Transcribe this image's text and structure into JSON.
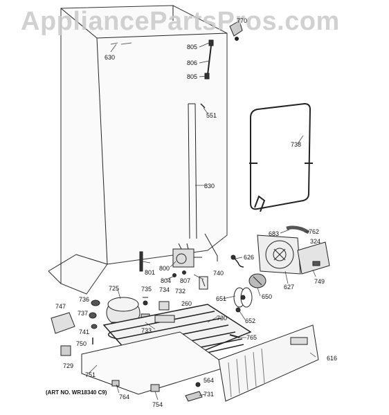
{
  "watermark": "AppliancePartsPros.com",
  "art_number": "(ART NO. WR18340 C9)",
  "parts": [
    {
      "id": "630",
      "label": "630"
    },
    {
      "id": "770",
      "label": "770"
    },
    {
      "id": "805a",
      "label": "805"
    },
    {
      "id": "806",
      "label": "806"
    },
    {
      "id": "805b",
      "label": "805"
    },
    {
      "id": "551",
      "label": "551"
    },
    {
      "id": "738",
      "label": "738"
    },
    {
      "id": "830",
      "label": "830"
    },
    {
      "id": "683",
      "label": "683"
    },
    {
      "id": "762",
      "label": "762"
    },
    {
      "id": "324",
      "label": "324"
    },
    {
      "id": "626",
      "label": "626"
    },
    {
      "id": "801",
      "label": "801"
    },
    {
      "id": "800",
      "label": "800"
    },
    {
      "id": "804",
      "label": "804"
    },
    {
      "id": "807",
      "label": "807"
    },
    {
      "id": "740",
      "label": "740"
    },
    {
      "id": "627",
      "label": "627"
    },
    {
      "id": "749",
      "label": "749"
    },
    {
      "id": "725",
      "label": "725"
    },
    {
      "id": "735",
      "label": "735"
    },
    {
      "id": "734",
      "label": "734"
    },
    {
      "id": "732",
      "label": "732"
    },
    {
      "id": "736",
      "label": "736"
    },
    {
      "id": "260",
      "label": "260"
    },
    {
      "id": "651",
      "label": "651"
    },
    {
      "id": "650",
      "label": "650"
    },
    {
      "id": "747",
      "label": "747"
    },
    {
      "id": "737",
      "label": "737"
    },
    {
      "id": "733",
      "label": "733"
    },
    {
      "id": "730",
      "label": "730"
    },
    {
      "id": "652",
      "label": "652"
    },
    {
      "id": "741",
      "label": "741"
    },
    {
      "id": "765",
      "label": "765"
    },
    {
      "id": "750",
      "label": "750"
    },
    {
      "id": "729",
      "label": "729"
    },
    {
      "id": "616",
      "label": "616"
    },
    {
      "id": "751",
      "label": "751"
    },
    {
      "id": "564",
      "label": "564"
    },
    {
      "id": "764",
      "label": "764"
    },
    {
      "id": "731",
      "label": "731"
    },
    {
      "id": "754",
      "label": "754"
    }
  ]
}
